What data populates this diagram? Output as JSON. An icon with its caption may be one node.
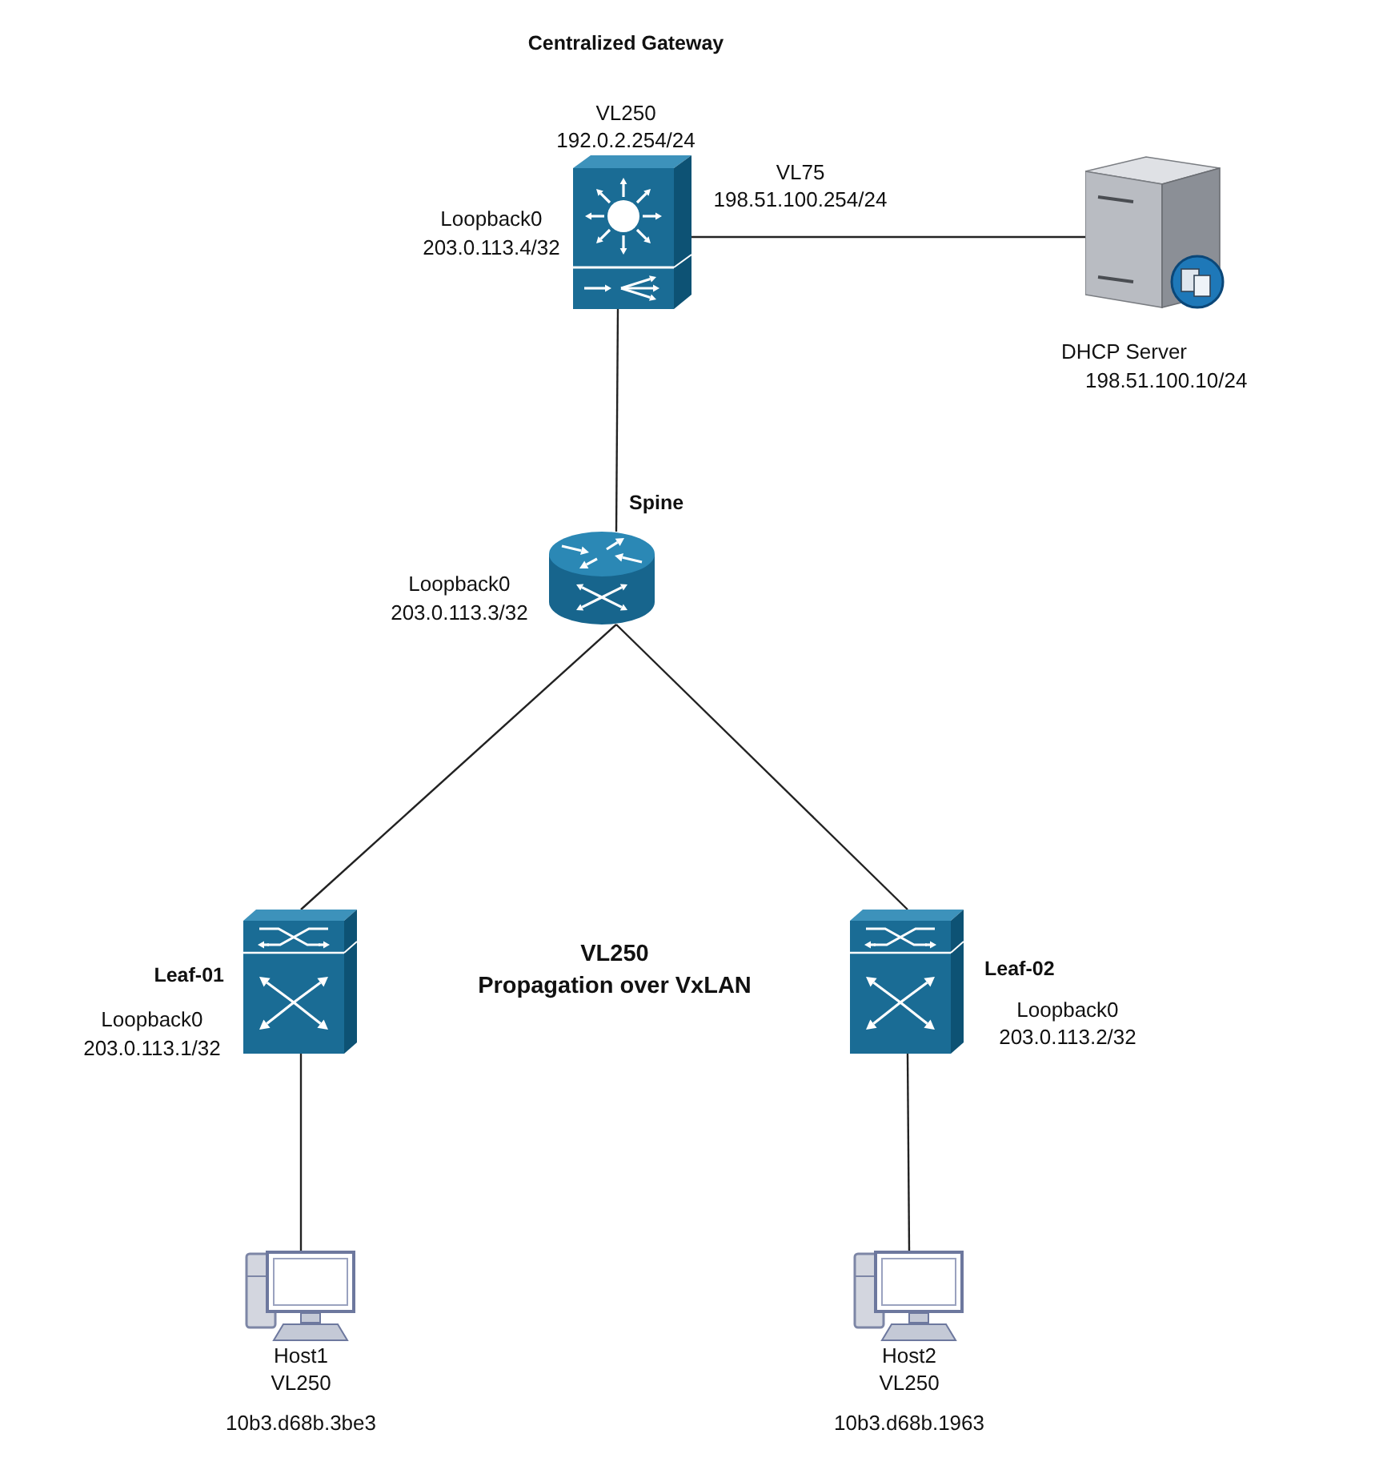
{
  "diagram": {
    "nodes": [
      {
        "text": [],
        "shape": "picture",
        "beside": [
          "Centralized Gateway",
          "VL250 192.0.2.254/24",
          "Loopback0 203.0.113.4/32"
        ]
      },
      {
        "text": [],
        "shape": "picture",
        "beside": [
          "DHCP Server",
          "198.51.100.10/24"
        ]
      },
      {
        "text": [],
        "shape": "picture",
        "beside": [
          "Spine",
          "Loopback0 203.0.113.3/32"
        ]
      },
      {
        "text": [],
        "shape": "picture",
        "beside": [
          "Leaf-01",
          "Loopback0 203.0.113.1/32"
        ]
      },
      {
        "text": [],
        "shape": "picture",
        "beside": [
          "Leaf-02",
          "Loopback0 203.0.113.2/32"
        ]
      },
      {
        "text": [],
        "shape": "picture",
        "beside": [
          "Host1 VL250",
          "10b3.d68b.3be3"
        ]
      },
      {
        "text": [],
        "shape": "picture",
        "beside": [
          "Host2 VL250",
          "10b3.d68b.1963"
        ]
      }
    ],
    "edges": [
      {
        "from": 0,
        "to": 1,
        "arrow": "none",
        "label": "VL75 198.51.100.254/24"
      },
      {
        "from": 0,
        "to": 2,
        "arrow": "none"
      },
      {
        "from": 2,
        "to": 3,
        "arrow": "none"
      },
      {
        "from": 2,
        "to": 4,
        "arrow": "none"
      },
      {
        "from": 3,
        "to": 5,
        "arrow": "none"
      },
      {
        "from": 4,
        "to": 6,
        "arrow": "none"
      }
    ],
    "labels": [
      "VL250 Propagation over VxLAN"
    ]
  }
}
